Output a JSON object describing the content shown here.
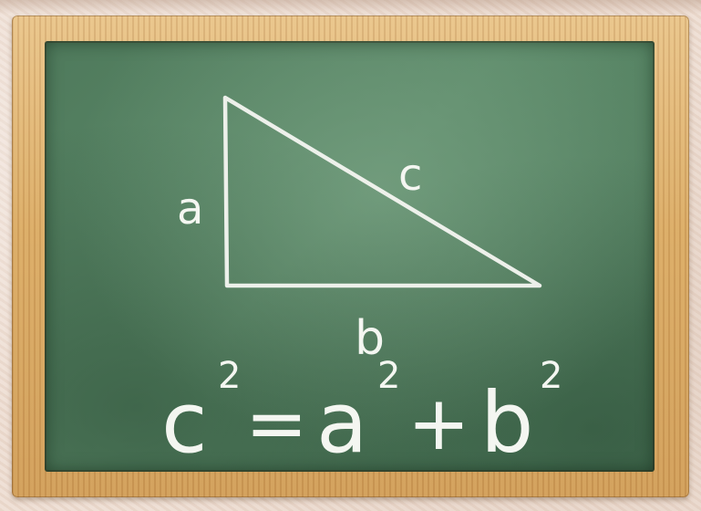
{
  "scene": {
    "board_color": "#52805f",
    "frame_color": "#dcae69",
    "chalk_color": "#f4f6f1",
    "background_color": "#eddcd0"
  },
  "diagram": {
    "side_a_label": "a",
    "side_b_label": "b",
    "side_c_label": "c"
  },
  "formula": {
    "c": "c",
    "c_exp": "2",
    "equals": "=",
    "a": "a",
    "a_exp": "2",
    "plus": "+",
    "b": "b",
    "b_exp": "2"
  }
}
